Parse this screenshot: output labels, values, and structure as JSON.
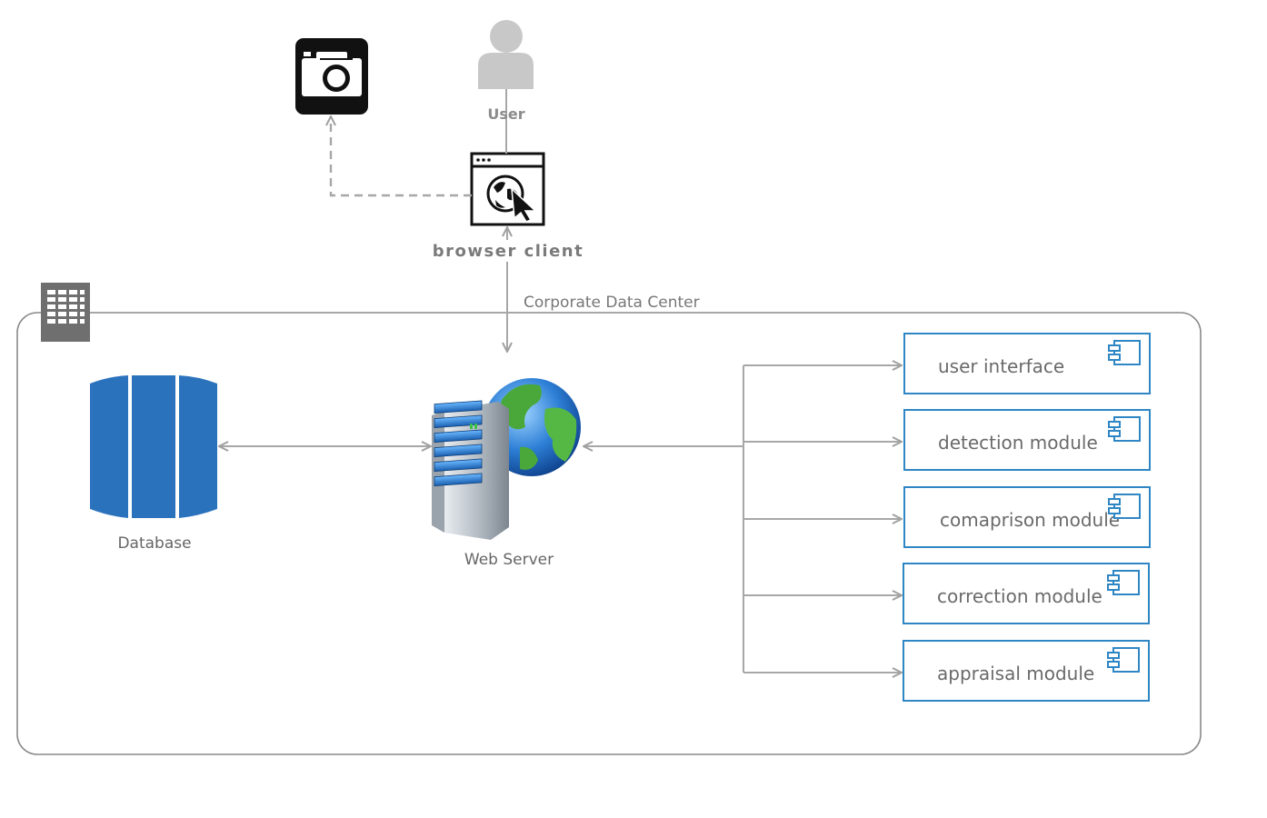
{
  "labels": {
    "user": "User",
    "browser_client": "browser client",
    "data_center": "Corporate Data Center",
    "database": "Database",
    "web_server": "Web Server"
  },
  "modules": [
    {
      "label": "user interface"
    },
    {
      "label": "detection module"
    },
    {
      "label": "comaprison module"
    },
    {
      "label": "correction module"
    },
    {
      "label": "appraisal module"
    }
  ],
  "colors": {
    "module_border": "#2f86c4",
    "database_blue": "#2b72bd",
    "connector_gray": "#a7a7a7",
    "container_border": "#8a8a8a"
  },
  "icons": {
    "camera": "camera-icon",
    "user": "user-icon",
    "browser": "browser-icon",
    "datacenter": "building-icon",
    "database": "database-icon",
    "server": "server-globe-icon",
    "component": "component-icon"
  }
}
